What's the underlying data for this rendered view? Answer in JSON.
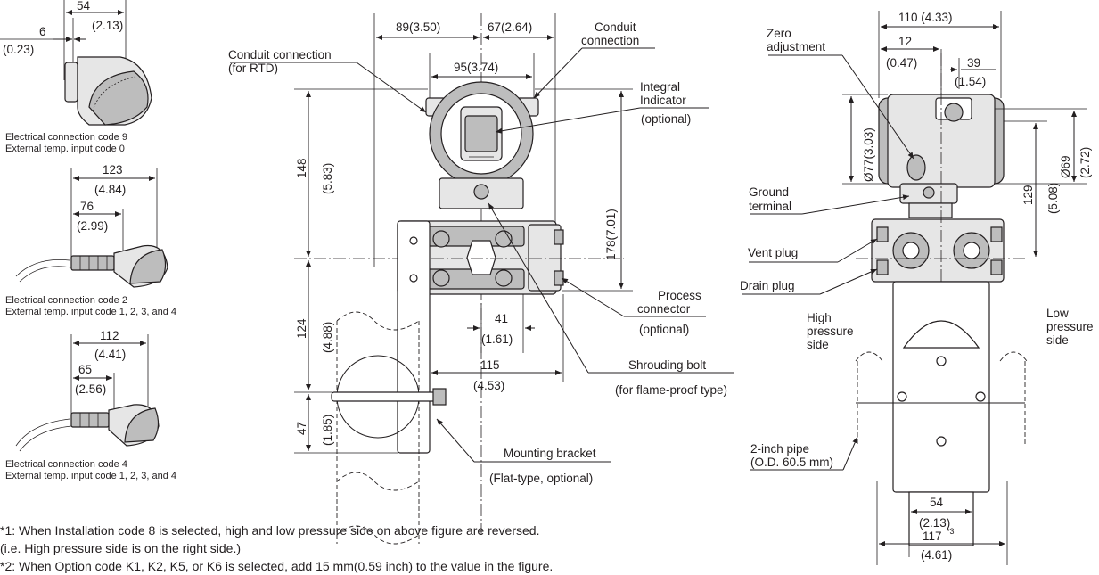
{
  "inset_views": [
    {
      "dim_a": "54",
      "dim_a_in": "(2.13)",
      "dim_b": "6",
      "dim_b_in": "(0.23)",
      "caption_1": "Electrical connection code 9",
      "caption_2": "External temp. input code 0"
    },
    {
      "dim_a": "123",
      "dim_a_in": "(4.84)",
      "dim_b": "76",
      "dim_b_in": "(2.99)",
      "caption_1": "Electrical connection code 2",
      "caption_2": "External temp. input code 1, 2, 3, and 4"
    },
    {
      "dim_a": "112",
      "dim_a_in": "(4.41)",
      "dim_b": "65",
      "dim_b_in": "(2.56)",
      "caption_1": "Electrical connection code 4",
      "caption_2": "External temp. input code 1, 2, 3, and 4"
    }
  ],
  "front_view": {
    "dims": {
      "left_top": "89(3.50)",
      "right_top": "67(2.64)",
      "width_95": "95(3.74)",
      "h148": "148",
      "h148_in": "(5.83)",
      "h124": "124",
      "h124_in": "(4.88)",
      "h47": "47",
      "h47_in": "(1.85)",
      "h178": "178(7.01)",
      "d41": "41",
      "d41_in": "(1.61)",
      "d115": "115",
      "d115_in": "(4.53)"
    },
    "labels": {
      "conduit_rtd_1": "Conduit connection",
      "conduit_rtd_2": "(for RTD)",
      "conduit_1": "Conduit",
      "conduit_2": "connection",
      "indicator_1": "Integral",
      "indicator_2": "Indicator",
      "indicator_3": "(optional)",
      "process_1": "Process",
      "process_2": "connector",
      "process_3": "(optional)",
      "shroud_1": "Shrouding bolt",
      "shroud_2": "(for flame-proof type)",
      "bracket_1": "Mounting bracket",
      "bracket_2": "(Flat-type, optional)"
    }
  },
  "side_view": {
    "dims": {
      "w110": "110 (4.33)",
      "d12": "12",
      "d12_in": "(0.47)",
      "d39": "39",
      "d39_in": "(1.54)",
      "d77": "Ø77(3.03)",
      "d69": "Ø69",
      "d69_in": "(2.72)",
      "h129": "129",
      "h129_in": "(5.08)",
      "d54": "54",
      "d54_in": "(2.13)",
      "d117": "117",
      "d117_sup": "*3",
      "d117_in": "(4.61)"
    },
    "labels": {
      "zero_1": "Zero",
      "zero_2": "adjustment",
      "ground_1": "Ground",
      "ground_2": "terminal",
      "vent": "Vent plug",
      "drain": "Drain plug",
      "high_1": "High",
      "high_2": "pressure",
      "high_3": "side",
      "low_1": "Low",
      "low_2": "pressure",
      "low_3": "side",
      "pipe_1": "2-inch pipe",
      "pipe_2": "(O.D. 60.5 mm)"
    }
  },
  "notes": {
    "note1": "*1:  When Installation code 8 is selected, high and low pressure side on above figure are reversed.",
    "note1b": "       (i.e.  High pressure side is on the right side.)",
    "note2": "*2:  When Option code K1, K2, K5, or K6 is selected, add 15 mm(0.59 inch) to the value in the figure."
  }
}
